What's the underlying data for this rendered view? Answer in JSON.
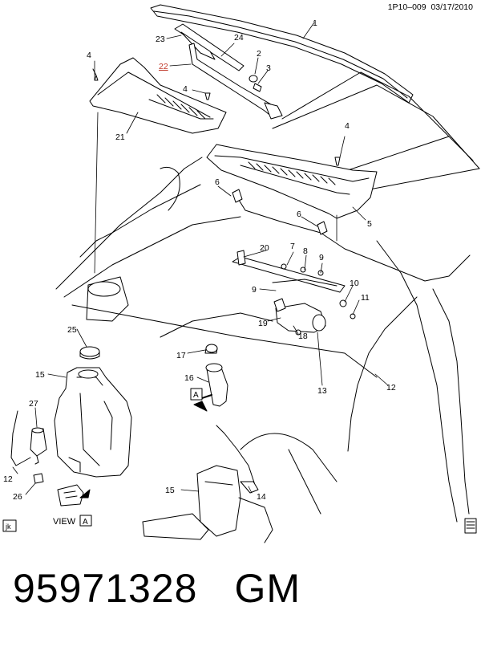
{
  "header": {
    "code": "1P10–009",
    "date": "03/17/2010"
  },
  "view_label": {
    "text": "VIEW",
    "letter": "A"
  },
  "jk_label": "jk",
  "view_marker_letter": "A",
  "callouts": {
    "c1": "1",
    "c4a": "4",
    "c23": "23",
    "c24": "24",
    "c2": "2",
    "c3": "3",
    "c22": "22",
    "c4b": "4",
    "c21": "21",
    "c4c": "4",
    "c5": "5",
    "c6a": "6",
    "c6b": "6",
    "c20": "20",
    "c7": "7",
    "c8": "8",
    "c9a": "9",
    "c9b": "9",
    "c10": "10",
    "c11": "11",
    "c19": "19",
    "c18": "18",
    "c25": "25",
    "c17": "17",
    "c16": "16",
    "c15a": "15",
    "c13": "13",
    "c12a": "12",
    "c27": "27",
    "c12b": "12",
    "c26": "26",
    "c15b": "15",
    "c14": "14"
  },
  "footer": {
    "part_number": "95971328",
    "brand": "GM"
  },
  "colors": {
    "line": "#000000",
    "highlight": "#c0392b"
  }
}
